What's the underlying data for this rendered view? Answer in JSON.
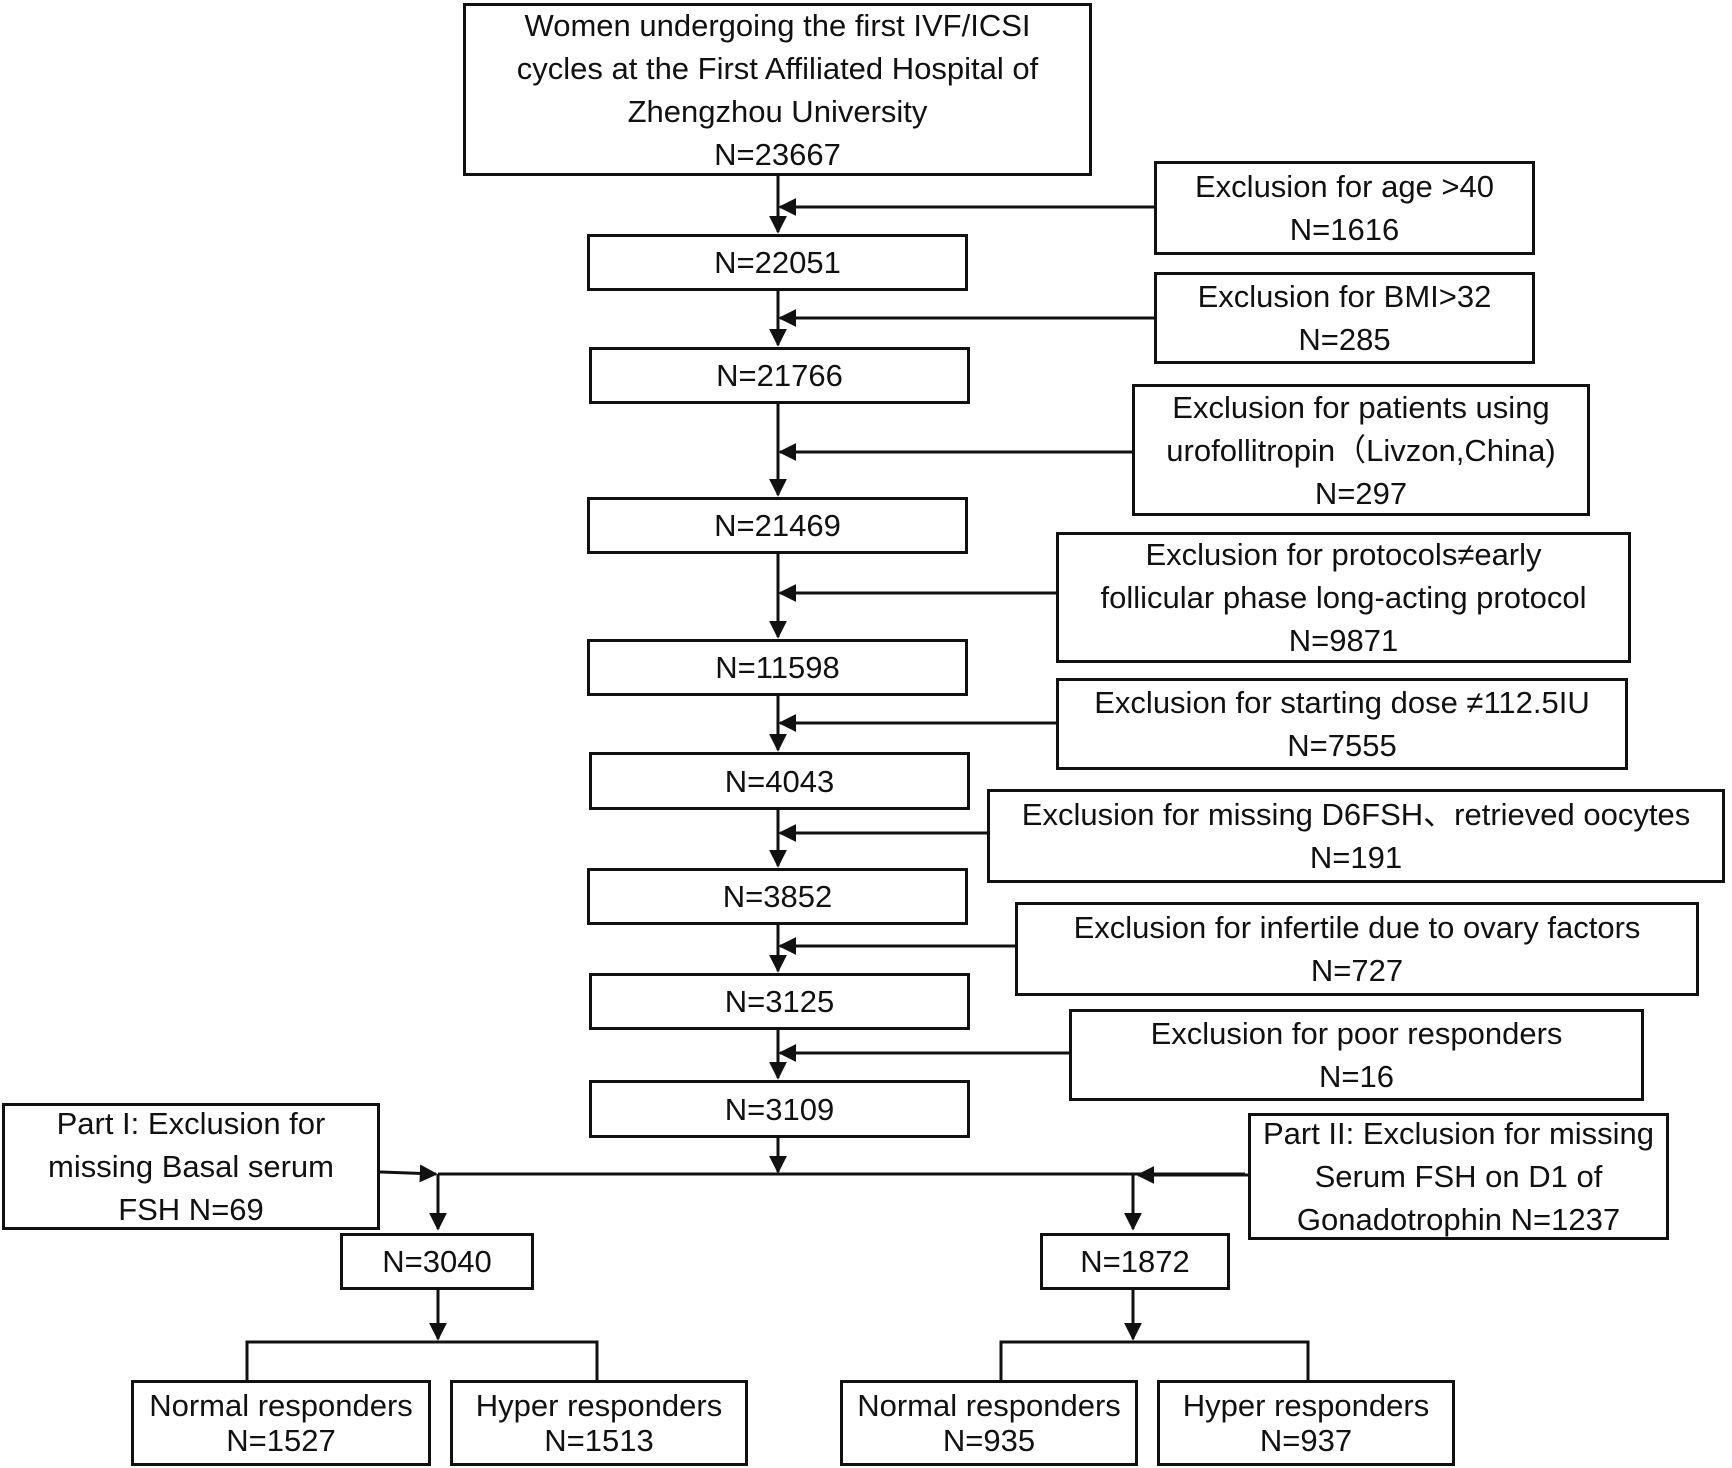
{
  "start": {
    "lines": [
      "Women undergoing the first IVF/ICSI",
      "cycles at the First Affiliated Hospital of",
      "Zhengzhou University",
      "N=23667"
    ]
  },
  "steps": [
    {
      "count": "N=22051",
      "exclusion": [
        "Exclusion for age >40",
        "N=1616"
      ]
    },
    {
      "count": "N=21766",
      "exclusion": [
        "Exclusion for BMI>32",
        "N=285"
      ]
    },
    {
      "count": "N=21469",
      "exclusion": [
        "Exclusion for patients using",
        "urofollitropin（Livzon,China)",
        "N=297"
      ]
    },
    {
      "count": "N=11598",
      "exclusion": [
        "Exclusion for protocols≠early",
        "follicular phase long-acting protocol",
        "N=9871"
      ]
    },
    {
      "count": "N=4043",
      "exclusion": [
        "Exclusion for starting dose ≠112.5IU",
        "N=7555"
      ]
    },
    {
      "count": "N=3852",
      "exclusion": [
        "Exclusion for missing D6FSH、retrieved oocytes",
        "N=191"
      ]
    },
    {
      "count": "N=3125",
      "exclusion": [
        "Exclusion for infertile due to ovary factors",
        "N=727"
      ]
    },
    {
      "count": "N=3109",
      "exclusion": [
        "Exclusion for poor responders",
        "N=16"
      ]
    }
  ],
  "part1": {
    "exclusion": [
      "Part I: Exclusion for",
      "missing Basal serum",
      "FSH  N=69"
    ],
    "count": "N=3040",
    "groups": [
      {
        "label": "Normal responders",
        "n": "N=1527"
      },
      {
        "label": "Hyper responders",
        "n": "N=1513"
      }
    ]
  },
  "part2": {
    "exclusion": [
      "Part II: Exclusion for missing",
      "Serum FSH on D1 of",
      "Gonadotrophin N=1237"
    ],
    "count": "N=1872",
    "groups": [
      {
        "label": "Normal responders",
        "n": "N=935"
      },
      {
        "label": "Hyper responders",
        "n": "N=937"
      }
    ]
  }
}
